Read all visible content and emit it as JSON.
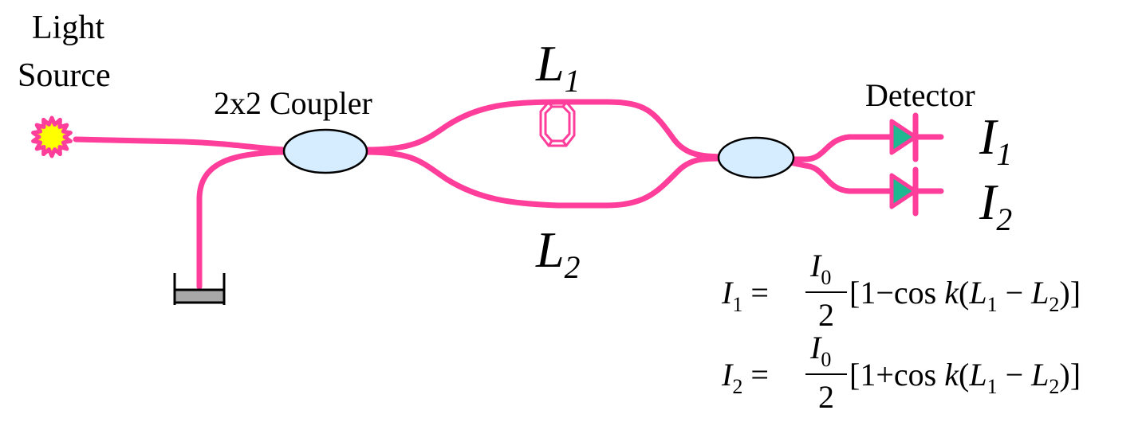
{
  "labels": {
    "source_line1": "Light",
    "source_line2": "Source",
    "coupler": "2x2 Coupler",
    "detector": "Detector",
    "arm_top_main": "L",
    "arm_top_sub": "1",
    "arm_bottom_main": "L",
    "arm_bottom_sub": "2",
    "out1_main": "I",
    "out1_sub": "1",
    "out2_main": "I",
    "out2_sub": "2"
  },
  "equations": [
    {
      "lhs": "I",
      "lhs_sub": "1",
      "num": "I",
      "num_sub": "0",
      "den": "2",
      "bracket_open": "[1",
      "op": "−",
      "func": "cos",
      "k": "k",
      "paren": "(",
      "a": "L",
      "a_sub": "1",
      "minus": "−",
      "b": "L",
      "b_sub": "2",
      "close": ")]"
    },
    {
      "lhs": "I",
      "lhs_sub": "2",
      "num": "I",
      "num_sub": "0",
      "den": "2",
      "bracket_open": "[1",
      "op": "+",
      "func": "cos",
      "k": "k",
      "paren": "(",
      "a": "L",
      "a_sub": "1",
      "minus": "−",
      "b": "L",
      "b_sub": "2",
      "close": ")]"
    }
  ],
  "colors": {
    "fiber": "#ff3d9a",
    "coupler_fill": "#d6ecff",
    "source_fill": "#ffff00",
    "source_rim": "#ff3d9a",
    "diode_fill": "#1fb890",
    "terminator_fill": "#a8a8a8"
  }
}
